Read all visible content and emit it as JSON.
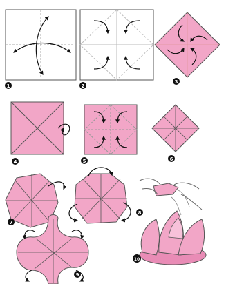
{
  "diagram": {
    "colors": {
      "paper": "#f2a6c7",
      "paper_dark": "#e98cb6",
      "crease": "#b7b7b7",
      "outline": "#555555",
      "arrow": "#111111",
      "badge": "#111111",
      "badge_text": "#ffffff"
    },
    "steps": [
      {
        "number": "1"
      },
      {
        "number": "2"
      },
      {
        "number": "3"
      },
      {
        "number": "4"
      },
      {
        "number": "5"
      },
      {
        "number": "6"
      },
      {
        "number": "7"
      },
      {
        "number": "8"
      },
      {
        "number": "9"
      },
      {
        "number": "10"
      }
    ]
  }
}
